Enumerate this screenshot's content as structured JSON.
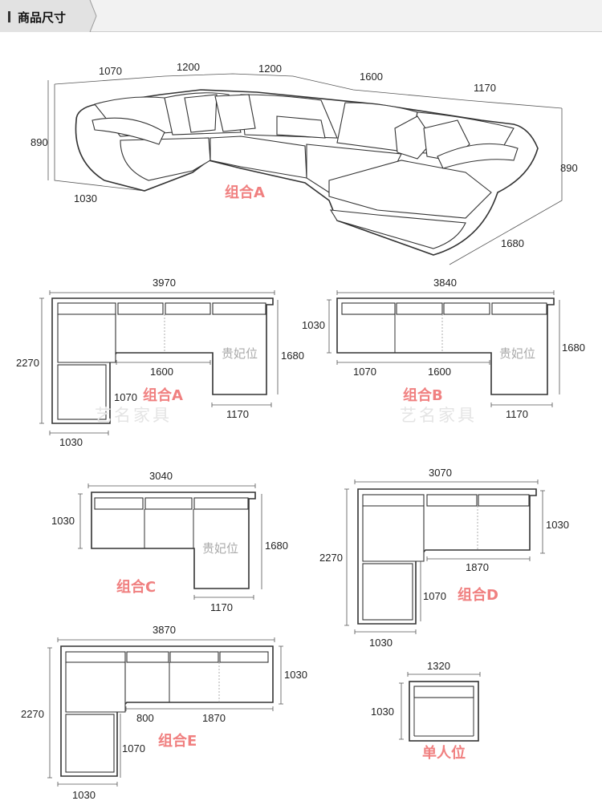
{
  "header": {
    "title": "商品尺寸"
  },
  "perspective": {
    "dims": [
      "1070",
      "1200",
      "1200",
      "1600",
      "1170",
      "890",
      "1030",
      "890",
      "1680"
    ],
    "label": "组合A"
  },
  "combo_a": {
    "label": "组合A",
    "seat": "贵妃位",
    "watermark": "艺名家具",
    "dims": [
      "3970",
      "2270",
      "1600",
      "1680",
      "1070",
      "1170",
      "1030"
    ]
  },
  "combo_b": {
    "label": "组合B",
    "seat": "贵妃位",
    "watermark": "艺名家具",
    "dims": [
      "3840",
      "1030",
      "1680",
      "1070",
      "1600",
      "1170"
    ]
  },
  "combo_c": {
    "label": "组合C",
    "seat": "贵妃位",
    "dims": [
      "3040",
      "1030",
      "1680",
      "1170"
    ]
  },
  "combo_d": {
    "label": "组合D",
    "dims": [
      "3070",
      "1030",
      "2270",
      "1870",
      "1070",
      "1030"
    ]
  },
  "combo_e": {
    "label": "组合E",
    "dims": [
      "3870",
      "1030",
      "2270",
      "800",
      "1870",
      "1070",
      "1030"
    ]
  },
  "single": {
    "label": "单人位",
    "dims": [
      "1320",
      "1030"
    ]
  }
}
